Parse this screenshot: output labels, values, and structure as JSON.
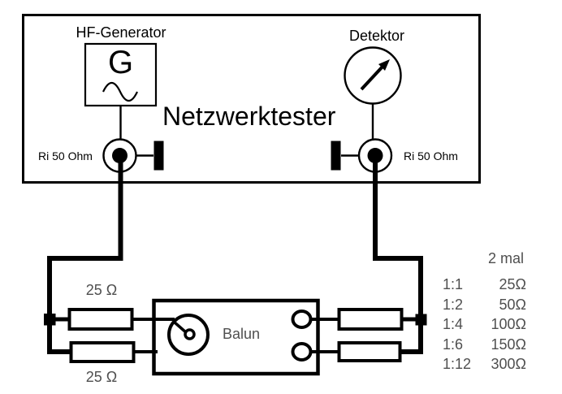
{
  "device": {
    "title": "Netzwerktester",
    "generator_label": "HF-Generator",
    "generator_symbol": "G",
    "detector_label": "Detektor",
    "left_port_label": "Ri 50 Ohm",
    "right_port_label": "Ri 50 Ohm"
  },
  "load": {
    "balun_label": "Balun",
    "resistor_top_label": "25 Ω",
    "resistor_bottom_label": "25 Ω"
  },
  "ratio_table": {
    "header": "2 mal",
    "rows": [
      {
        "ratio": "1:1",
        "impedance": "25Ω"
      },
      {
        "ratio": "1:2",
        "impedance": "50Ω"
      },
      {
        "ratio": "1:4",
        "impedance": "100Ω"
      },
      {
        "ratio": "1:6",
        "impedance": "150Ω"
      },
      {
        "ratio": "1:12",
        "impedance": "300Ω"
      }
    ]
  },
  "colors": {
    "line": "#000000",
    "muted_text": "#4f4f4f",
    "background": "#ffffff"
  }
}
